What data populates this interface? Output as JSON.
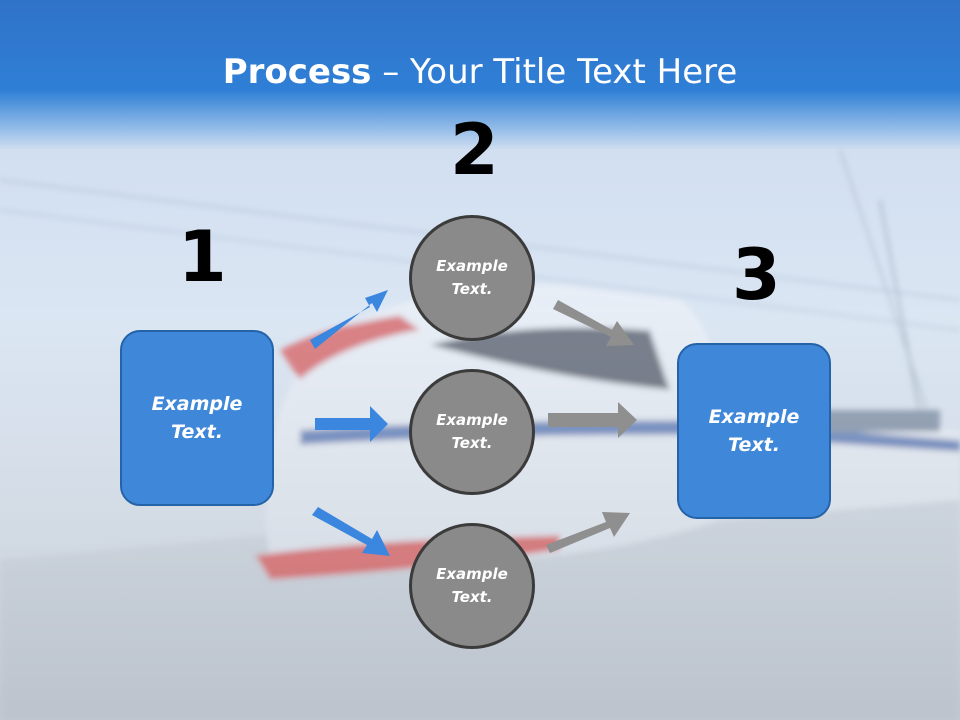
{
  "title": {
    "bold": "Process",
    "rest": " – Your Title Text Here"
  },
  "steps": [
    {
      "number": "1",
      "text": "Example Text."
    },
    {
      "number": "2",
      "text": "Example Text."
    },
    {
      "number": "3",
      "text": "Example Text."
    }
  ],
  "circles": [
    {
      "text": "Example Text."
    },
    {
      "text": "Example Text."
    },
    {
      "text": "Example Text."
    }
  ],
  "colors": {
    "header": "#2f7fd6",
    "box_fill": "#3f87d9",
    "circle_fill": "#8a8a8a",
    "blue_arrow": "#3b86de",
    "gray_arrow": "#8f8f8f"
  }
}
